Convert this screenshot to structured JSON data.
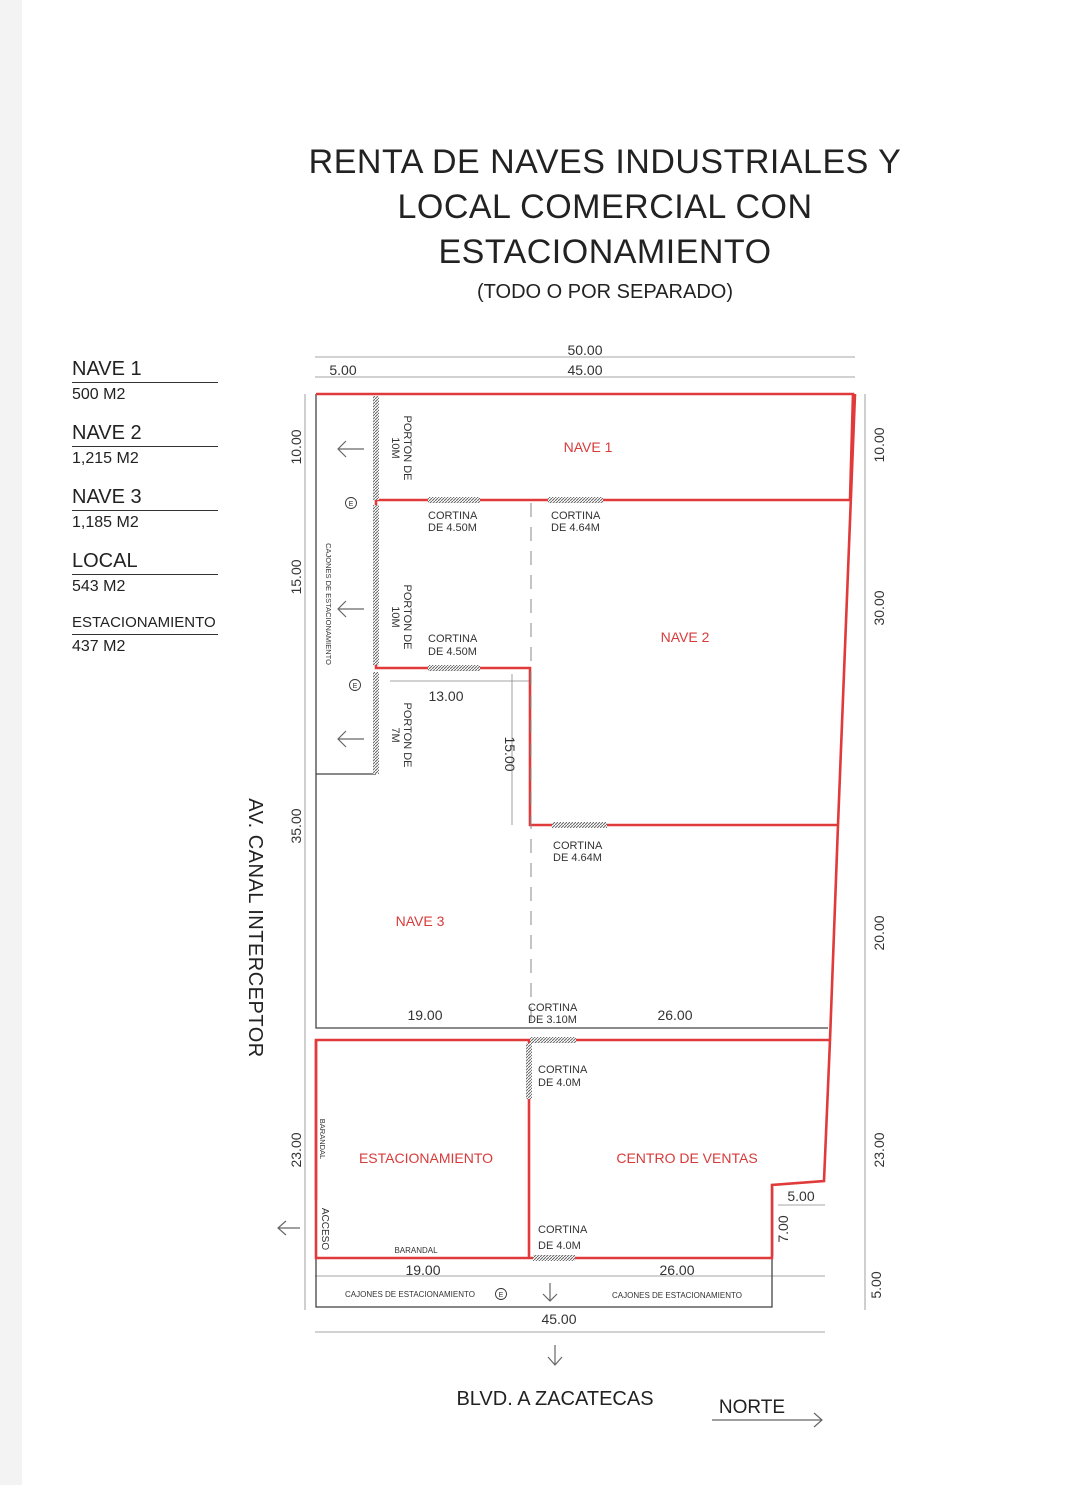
{
  "title": {
    "lines": [
      "RENTA DE NAVES INDUSTRIALES Y",
      "LOCAL COMERCIAL CON",
      "ESTACIONAMIENTO"
    ],
    "subtitle": "(TODO O POR SEPARADO)"
  },
  "legend": [
    {
      "name": "NAVE 1",
      "area": "500 M2"
    },
    {
      "name": "NAVE 2",
      "area": "1,215 M2"
    },
    {
      "name": "NAVE 3",
      "area": "1,185 M2"
    },
    {
      "name": "LOCAL",
      "area": "543 M2"
    },
    {
      "name": "ESTACIONAMIENTO",
      "area": "437 M2"
    }
  ],
  "plan": {
    "rooms": {
      "nave1": "NAVE 1",
      "nave2": "NAVE 2",
      "nave3": "NAVE 3",
      "estacionamiento": "ESTACIONAMIENTO",
      "centro": "CENTRO DE VENTAS"
    },
    "dims": {
      "top_total": "50.00",
      "top_left": "5.00",
      "top_right": "45.00",
      "left_1": "10.00",
      "left_2": "15.00",
      "left_3": "35.00",
      "left_4": "23.00",
      "right_1": "10.00",
      "right_2": "30.00",
      "right_3": "20.00",
      "right_4": "23.00",
      "right_5": "5.00",
      "inner_13": "13.00",
      "inner_15": "15.00",
      "n3_left": "19.00",
      "n3_right": "26.00",
      "bottom_left": "19.00",
      "bottom_right": "26.00",
      "bottom_total": "45.00",
      "notch_w": "5.00",
      "notch_h": "7.00"
    },
    "doors": {
      "porton1": [
        "PORTON DE",
        "10M"
      ],
      "porton2": [
        "PORTON DE",
        "10M"
      ],
      "porton3": [
        "PORTON DE",
        "7M"
      ],
      "c1": [
        "CORTINA",
        "DE 4.50M"
      ],
      "c2": [
        "CORTINA",
        "DE 4.64M"
      ],
      "c3": [
        "CORTINA",
        "DE 4.50M"
      ],
      "c4": [
        "CORTINA",
        "DE 4.64M"
      ],
      "c5": [
        "CORTINA",
        "DE 3.10M"
      ],
      "c6": [
        "CORTINA",
        "DE 4.0M"
      ],
      "c7": [
        "CORTINA",
        "DE 4.0M"
      ]
    },
    "labels": {
      "cajones_side": "CAJONES DE ESTACIONAMIENTO",
      "cajones_left": "CAJONES DE ESTACIONAMIENTO",
      "cajones_right": "CAJONES DE ESTACIONAMIENTO",
      "barandal_side": "BARANDAL",
      "barandal_bottom": "BARANDAL",
      "acceso": "ACCESO",
      "e_mark": "E",
      "street_left": "AV. CANAL INTERCEPTOR",
      "street_bottom": "BLVD. A ZACATECAS",
      "norte": "NORTE"
    }
  },
  "colors": {
    "wall_red": "#e03a3a",
    "line_dark": "#333333",
    "door_hatch": "#777777"
  }
}
